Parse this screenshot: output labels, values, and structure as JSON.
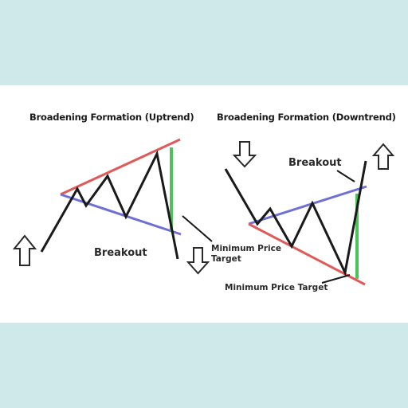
{
  "left": {
    "title": "Broadening Formation (Uptrend)",
    "breakout_label": "Breakout",
    "target_label_line1": "Minimum Price",
    "target_label_line2": "Target"
  },
  "right": {
    "title": "Broadening Formation (Downtrend)",
    "breakout_label": "Breakout",
    "target_label": "Minimum Price Target"
  },
  "colors": {
    "background": "#cfe9eb",
    "resistance_line": "#e05a5a",
    "support_line": "#6f6fd6",
    "target_line": "#4cc25a",
    "price_line": "#1a1a1a",
    "arrow_outline": "#2a2a2a"
  }
}
